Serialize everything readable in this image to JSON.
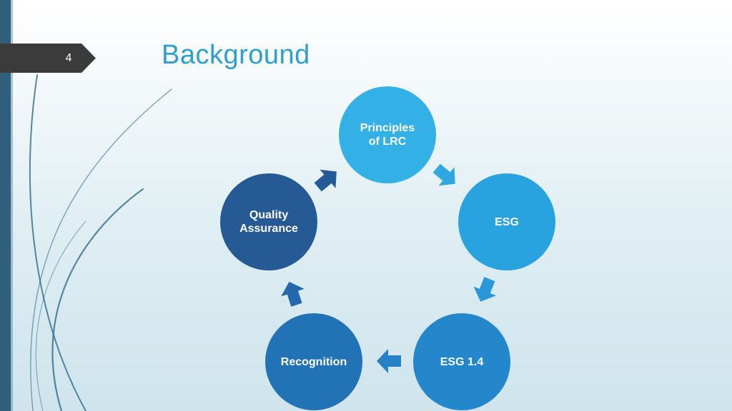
{
  "slide": {
    "number": "4",
    "title": "Background"
  },
  "diagram": {
    "type": "cycle",
    "nodes": [
      {
        "id": "principles",
        "label": "Principles\nof LRC"
      },
      {
        "id": "esg",
        "label": "ESG"
      },
      {
        "id": "esg14",
        "label": "ESG 1.4"
      },
      {
        "id": "recognition",
        "label": "Recognition"
      },
      {
        "id": "qa",
        "label": "Quality\nAssurance"
      }
    ],
    "edges": [
      {
        "from": "principles",
        "to": "esg"
      },
      {
        "from": "esg",
        "to": "esg14"
      },
      {
        "from": "esg14",
        "to": "recognition"
      },
      {
        "from": "recognition",
        "to": "qa"
      },
      {
        "from": "qa",
        "to": "principles"
      }
    ]
  },
  "colors": {
    "title": "#2e9fd0",
    "principles": "#33b1e6",
    "esg": "#29a3e0",
    "esg14": "#2487cc",
    "recognition": "#2273b5",
    "qa": "#255a94",
    "arrow_light": "#2fa8e2",
    "arrow_mid": "#2582c8",
    "arrow_dark": "#245a96"
  }
}
